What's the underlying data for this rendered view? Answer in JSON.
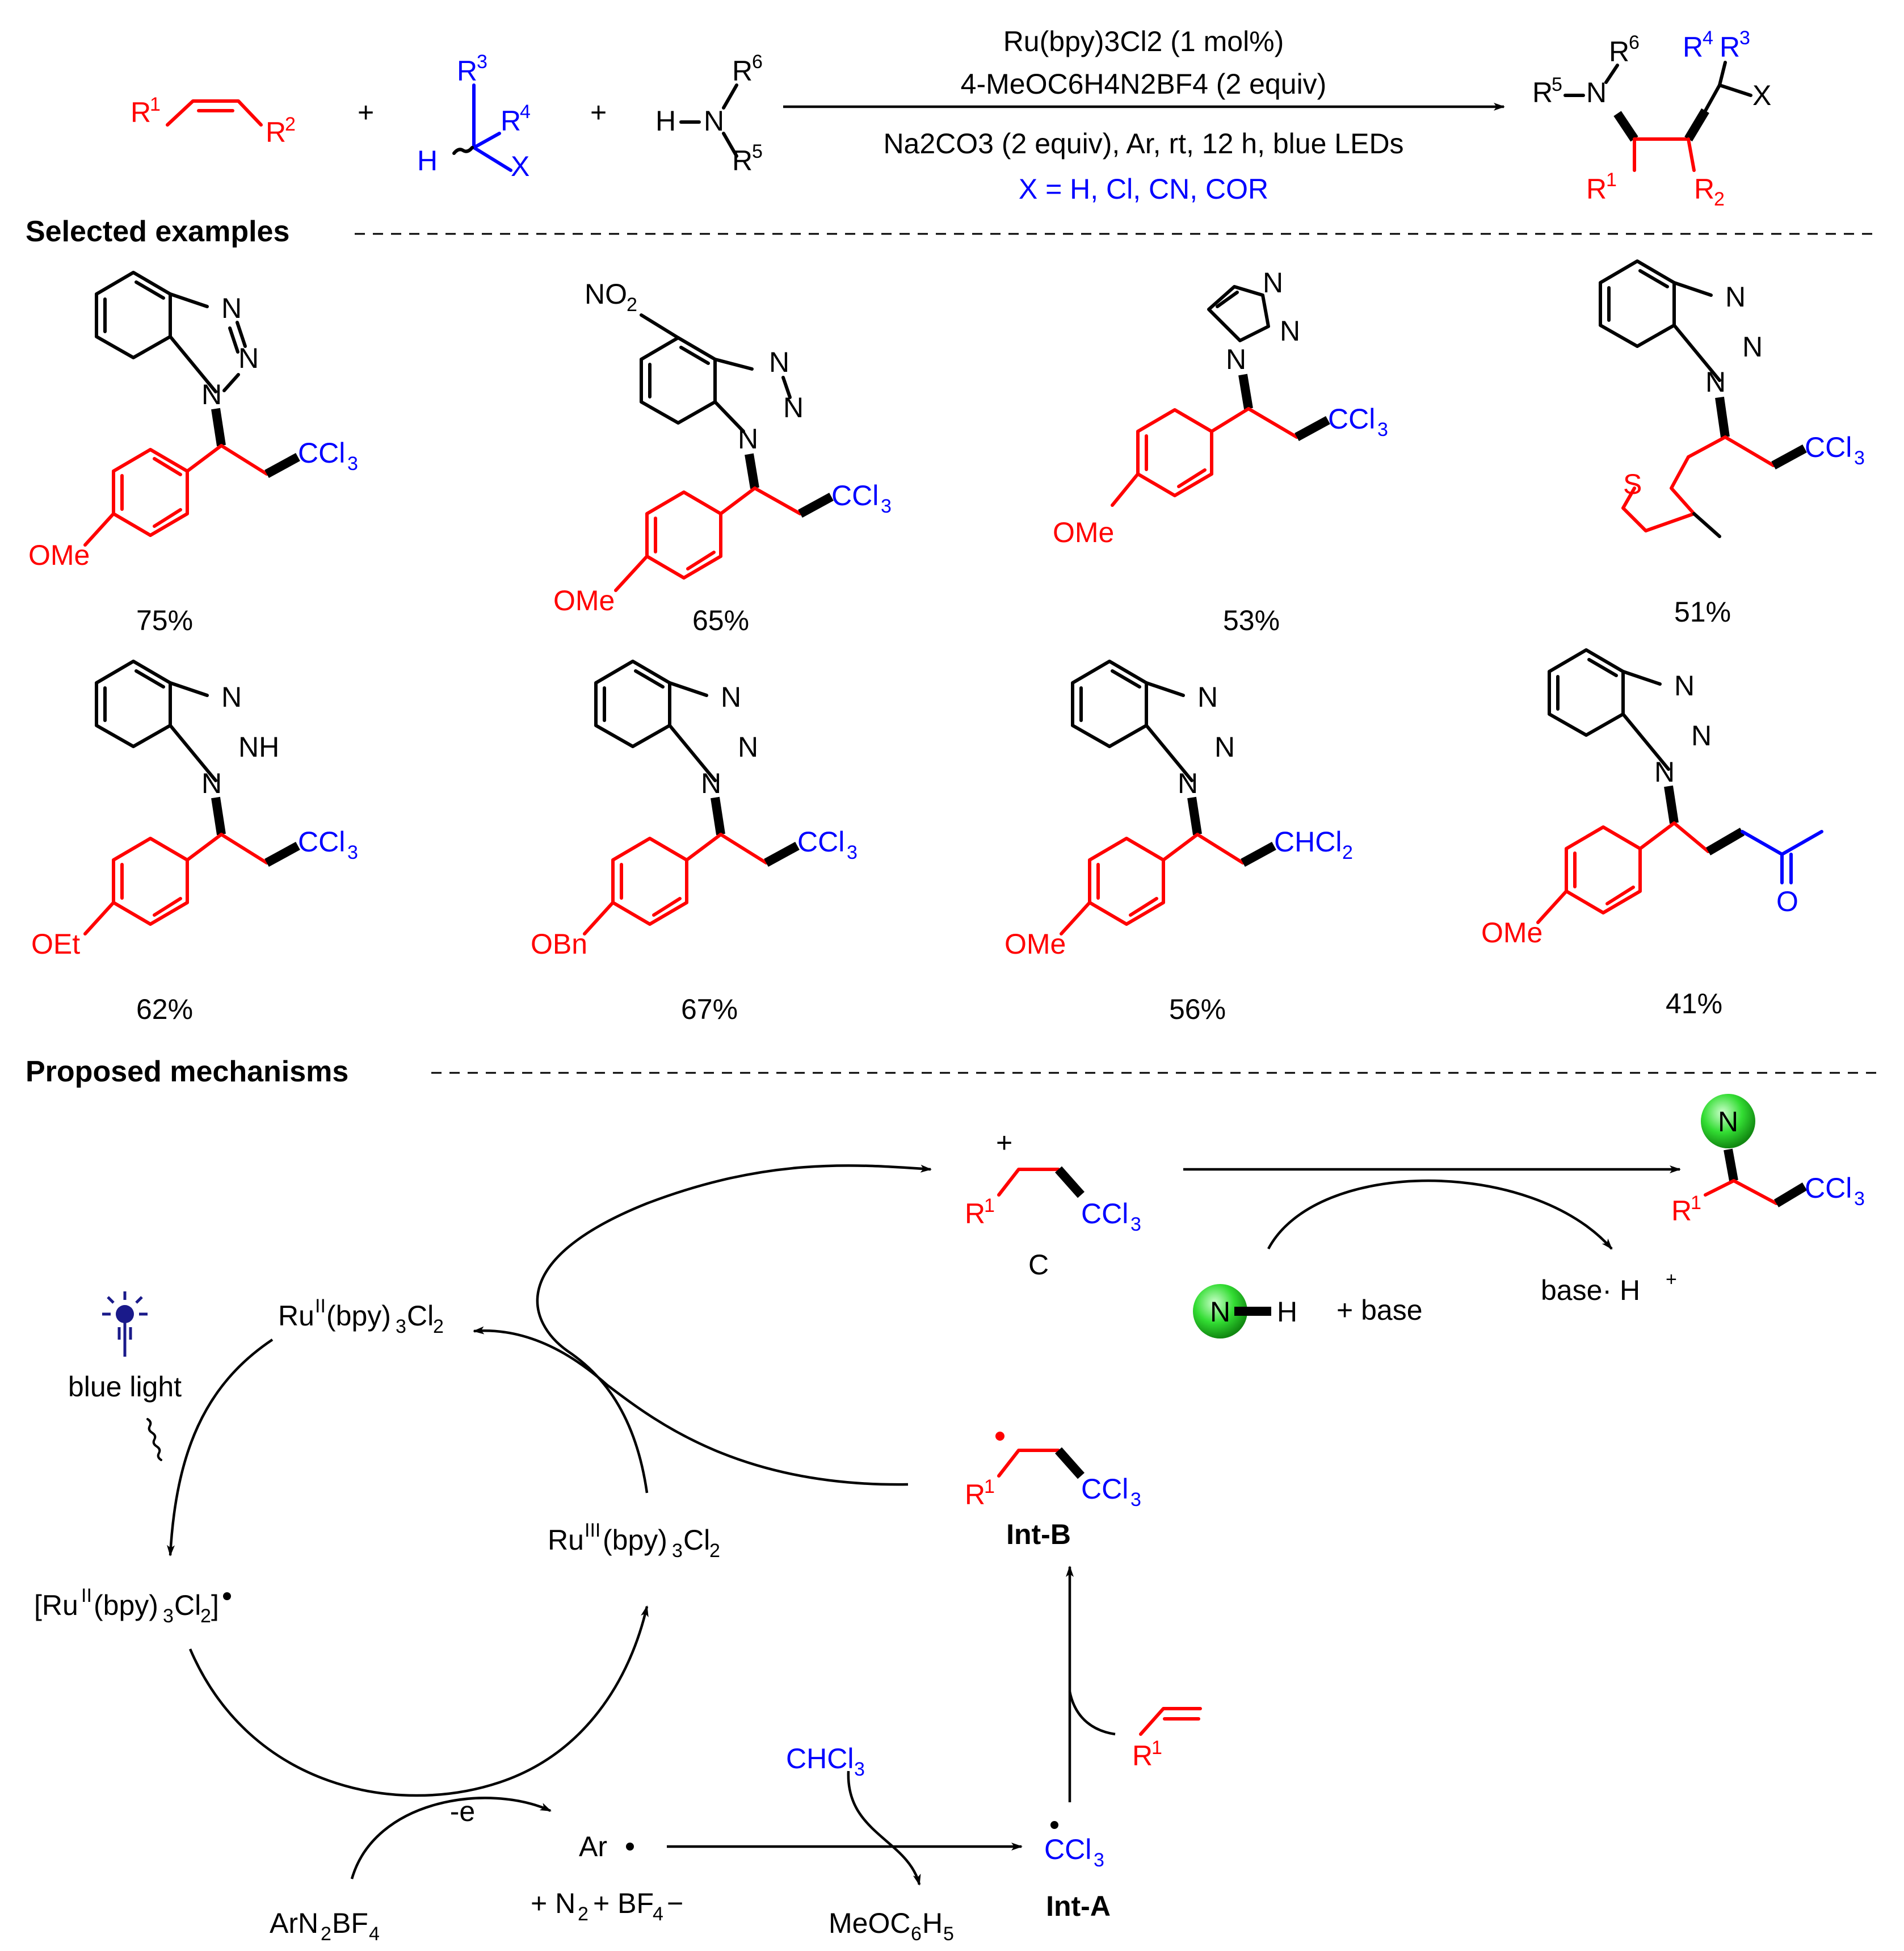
{
  "colors": {
    "substituent": "#ff0000",
    "radical_partner": "#0000ff",
    "structure": "#000000",
    "nucleophile_sphere": "#33dd33"
  },
  "reaction": {
    "conditions_line1": "Ru(bpy)3Cl2 (1 mol%)",
    "conditions_line2": "4-MeOC6H4N2BF4 (2 equiv)",
    "conditions_line3": "Na2CO3 (2 equiv), Ar, rt, 12 h, blue LEDs",
    "x_scope": "X = H, Cl, CN, COR",
    "plus": "+"
  },
  "sections": {
    "examples_title": "Selected examples",
    "mechanism_title": "Proposed mechanisms"
  },
  "examples": [
    {
      "yield": "75%",
      "aryl": "OMe",
      "chain": "CCl3",
      "heterocycle": "benzotriazole"
    },
    {
      "yield": "65%",
      "aryl": "OMe",
      "chain": "CCl3",
      "heterocycle": "5-nitrobenzotriazole",
      "extra": "NO2"
    },
    {
      "yield": "53%",
      "aryl": "OMe",
      "chain": "CCl3",
      "heterocycle": "1,2,3-triazole"
    },
    {
      "yield": "51%",
      "aryl": "3-methylthiophen-2-yl",
      "chain": "CCl3",
      "heterocycle": "benzotriazole"
    },
    {
      "yield": "62%",
      "aryl": "OEt",
      "chain": "CCl3",
      "heterocycle": "benzotriazole",
      "extra": "NH"
    },
    {
      "yield": "67%",
      "aryl": "OBn",
      "chain": "CCl3",
      "heterocycle": "benzotriazole"
    },
    {
      "yield": "56%",
      "aryl": "OMe",
      "chain": "CHCl2",
      "heterocycle": "benzotriazole"
    },
    {
      "yield": "41%",
      "aryl": "OMe",
      "chain": "butan-2-one",
      "heterocycle": "benzotriazole"
    }
  ],
  "mechanism": {
    "blue_light": "blue light",
    "int_a": "Int-A",
    "int_b": "Int-B",
    "cation": "C",
    "minus_e": "-e",
    "base": "+ base",
    "base_h": "base· H",
    "ar_radical": "Ar",
    "byproducts": "+ N2 + BF4−",
    "anisole": "MeOC6H5",
    "aryl_diazonium": "ArN2BF4",
    "chloroform": "CHCl3",
    "amine": "N"
  }
}
